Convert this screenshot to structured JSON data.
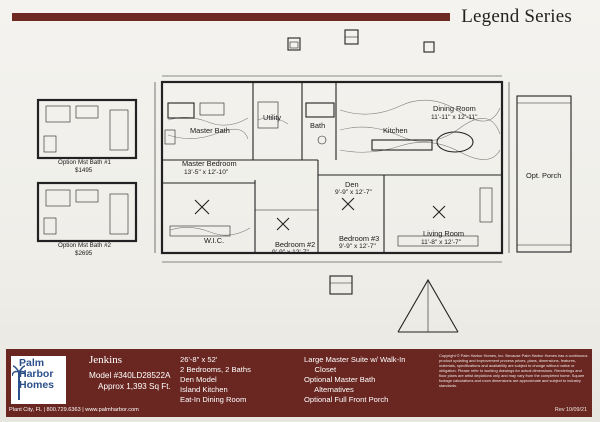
{
  "header": {
    "series": "Legend Series"
  },
  "plan": {
    "rooms": {
      "master_bath": {
        "name": "Master Bath"
      },
      "utility": {
        "name": "Utility"
      },
      "bath2": {
        "name": "Bath"
      },
      "kitchen": {
        "name": "Kitchen"
      },
      "dining": {
        "name": "Dining Room",
        "dims": "11'-11\" x 12'-11\""
      },
      "master_bedroom": {
        "name": "Master Bedroom",
        "dims": "13'-5\" x 12'-10\""
      },
      "wic": {
        "name": "W.I.C."
      },
      "bedroom2": {
        "name": "Bedroom #2",
        "dims": "9'-9\" x 12'-7\""
      },
      "den": {
        "name": "Den",
        "dims": "9'-9\" x 12'-7\""
      },
      "bedroom3": {
        "name": "Bedroom #3",
        "dims": "9'-9\" x 12'-7\""
      },
      "living": {
        "name": "Living Room",
        "dims": "11'-8\" x 12'-7\""
      },
      "porch": {
        "name": "Opt. Porch"
      }
    },
    "options": {
      "bath1": {
        "name": "Option Mst Bath #1",
        "price": "$1495"
      },
      "bath2": {
        "name": "Option Mst Bath #2",
        "price": "$2695"
      }
    }
  },
  "footer": {
    "logo": {
      "line1": "Palm",
      "line2": "Harbor",
      "line3": "Homes"
    },
    "contact": "Plant City, FL | 800.729.6363 | www.palmharbor.com",
    "model_name": "Jenkins",
    "model_number": "Model #340LD28522A",
    "sqft": "Approx 1,393 Sq Ft.",
    "features_a": [
      "26'-8\" x 52'",
      "2 Bedrooms, 2 Baths",
      "Den Model",
      "Island Kitchen",
      "Eat-In Dining Room"
    ],
    "features_b": [
      "Large Master Suite w/ Walk-In",
      "     Closet",
      "Optional Master Bath",
      "     Alternatives",
      "Optional Full Front Porch"
    ],
    "disclaimer": "Copyright © Palm Harbor Homes, Inc. Because Palm Harbor Homes has a continuous product updating and improvement process prices, plans, dimensions, features, materials, specifications and availability are subject to change without notice or obligation. Please refer to working drawings for actual dimensions. Renderings and floor plans are artist depictions only and may vary from the completed home. Square footage calculations and room dimensions are approximate and subject to industry standards.",
    "revision": "Rev 10/09/21"
  },
  "colors": {
    "brand": "#6a2721",
    "paper": "#f4f3ef"
  }
}
